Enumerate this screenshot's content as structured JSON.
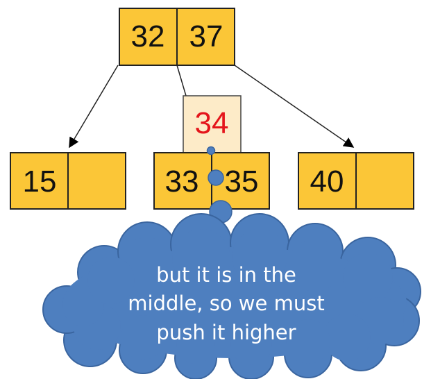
{
  "tree": {
    "root": {
      "keys": [
        "32",
        "37"
      ]
    },
    "inserted_key": {
      "key": "34",
      "color": "#E4151B"
    },
    "leaves": [
      {
        "keys": [
          "15",
          ""
        ]
      },
      {
        "keys": [
          "33",
          "35"
        ]
      },
      {
        "keys": [
          "40",
          ""
        ]
      }
    ],
    "node_fill": "#FBC637",
    "inserted_fill": "#FDEBC8"
  },
  "callout": {
    "lines": [
      "but it is in the",
      "middle, so we must",
      "push it higher"
    ],
    "fill": "#4E7FBF",
    "text_color": "#FFFFFF"
  }
}
